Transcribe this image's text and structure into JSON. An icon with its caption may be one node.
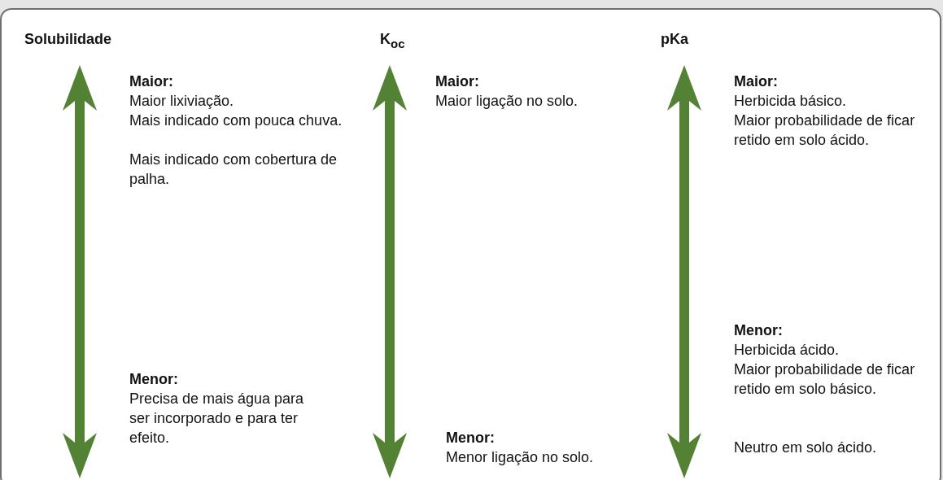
{
  "diagram": {
    "labels": [
      "Solubilidade",
      "Maior:",
      "Maior lixiviação.",
      "Mais indicado com pouca chuva.",
      "Mais indicado com cobertura de palha.",
      "Menor:",
      "Precisa de mais água para ser incorporado e para ter efeito.",
      "K$_{oc}$",
      "Maior:",
      "Maior ligação no solo.",
      "Menor:",
      "Menor ligação no solo.",
      "pKa",
      "Maior:",
      "Herbicida básico.",
      "Maior probabilidade de ficar retido em solo ácido.",
      "Menor:",
      "Herbicida ácido.",
      "Maior probabilidade de ficar retido em solo básico.",
      "Neutro em solo ácido."
    ]
  }
}
